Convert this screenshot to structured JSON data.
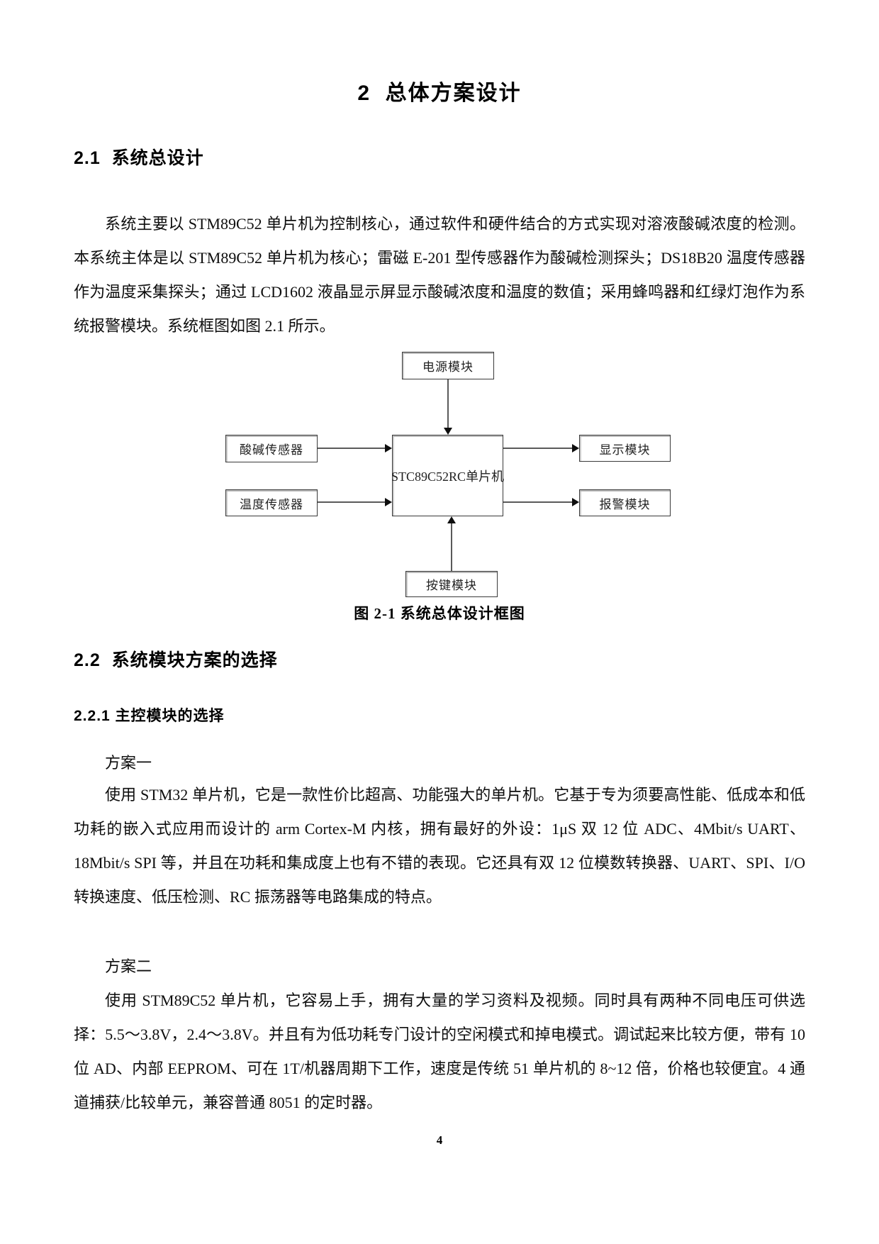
{
  "document": {
    "title": "2  总体方案设计",
    "page_number": "4"
  },
  "section_21": {
    "heading": "2.1  系统总设计",
    "paragraph": "系统主要以 STM89C52 单片机为控制核心，通过软件和硬件结合的方式实现对溶液酸碱浓度的检测。本系统主体是以 STM89C52 单片机为核心；雷磁 E-201 型传感器作为酸碱检测探头；DS18B20 温度传感器作为温度采集探头；通过 LCD1602 液晶显示屏显示酸碱浓度和温度的数值；采用蜂鸣器和红绿灯泡作为系统报警模块。系统框图如图 2.1 所示。"
  },
  "figure": {
    "caption": "图 2-1 系统总体设计框图",
    "nodes": {
      "power": "电源模块",
      "ph_sensor": "酸碱传感器",
      "temp_sensor": "温度传感器",
      "mcu": "STC89C52RC单片机",
      "display": "显示模块",
      "alarm": "报警模块",
      "keypad": "按键模块"
    }
  },
  "section_22": {
    "heading": "2.2  系统模块方案的选择",
    "sub_221": {
      "heading": "2.2.1 主控模块的选择",
      "scheme1_label": "方案一",
      "scheme1_text": "使用 STM32 单片机，它是一款性价比超高、功能强大的单片机。它基于专为须要高性能、低成本和低功耗的嵌入式应用而设计的 arm Cortex-M 内核，拥有最好的外设：1μS 双 12 位 ADC、4Mbit/s UART、18Mbit/s SPI 等，并且在功耗和集成度上也有不错的表现。它还具有双 12 位模数转换器、UART、SPI、I/O 转换速度、低压检测、RC 振荡器等电路集成的特点。",
      "scheme2_label": "方案二",
      "scheme2_text": "使用 STM89C52 单片机，它容易上手，拥有大量的学习资料及视频。同时具有两种不同电压可供选择：5.5～3.8V，2.4～3.8V。并且有为低功耗专门设计的空闲模式和掉电模式。调试起来比较方便，带有 10 位 AD、内部 EEPROM、可在 1T/机器周期下工作，速度是传统 51 单片机的 8~12 倍，价格也较便宜。4 通道捕获/比较单元，兼容普通 8051 的定时器。"
    }
  }
}
